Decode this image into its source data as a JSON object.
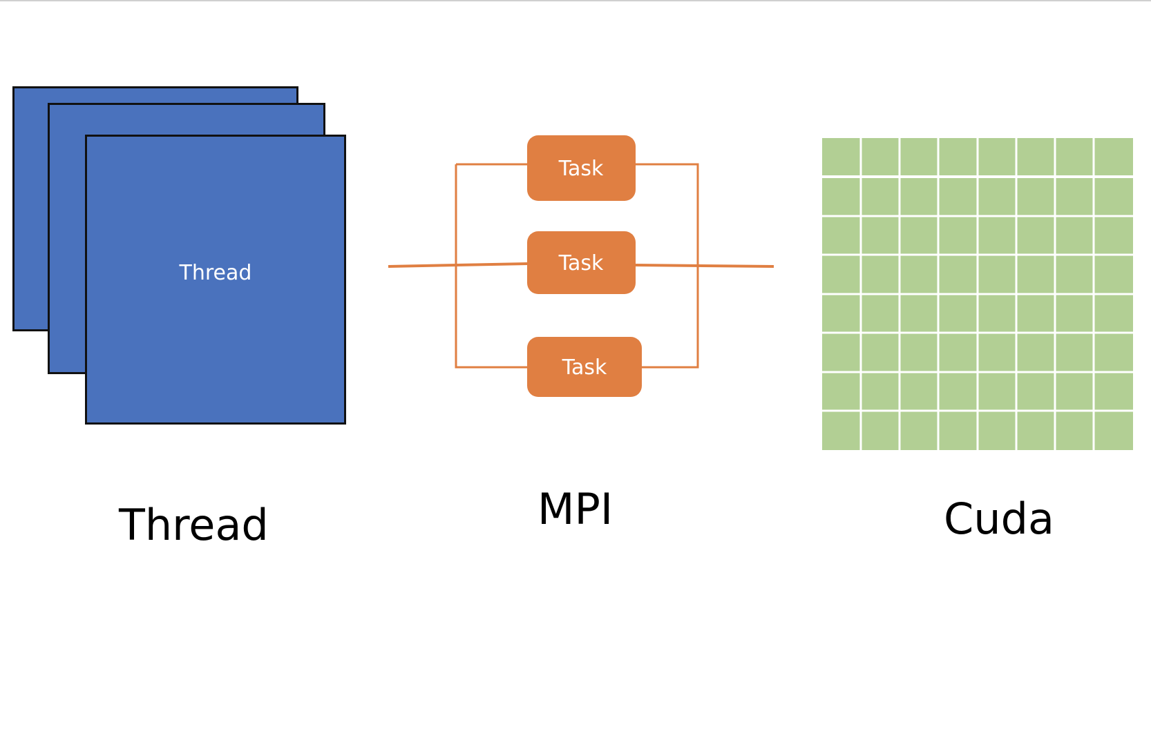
{
  "thread": {
    "box_label": "Thread",
    "caption": "Thread",
    "fill_color": "#4a72bd"
  },
  "mpi": {
    "caption": "MPI",
    "tasks": [
      "Task",
      "Task",
      "Task"
    ],
    "color": "#e07f42"
  },
  "cuda": {
    "caption": "Cuda",
    "grid_columns": 8,
    "grid_rows": 8,
    "cell_color": "#b2cf94"
  }
}
